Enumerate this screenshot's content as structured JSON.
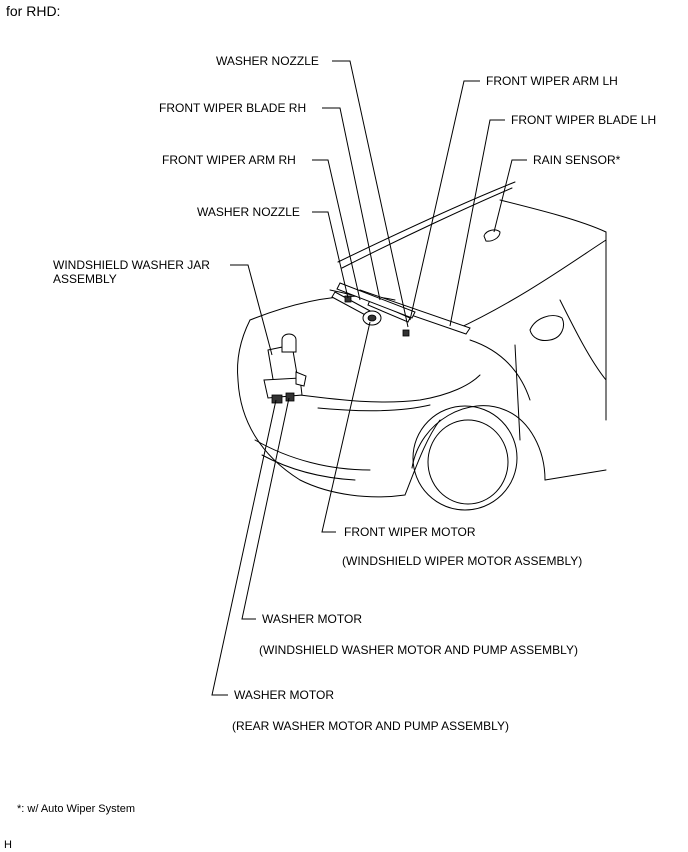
{
  "header": {
    "text": "for RHD:"
  },
  "labels": {
    "washer_nozzle_top": "WASHER NOZZLE",
    "front_wiper_arm_lh": "FRONT WIPER ARM LH",
    "front_wiper_blade_rh": "FRONT WIPER BLADE RH",
    "front_wiper_blade_lh": "FRONT WIPER BLADE LH",
    "front_wiper_arm_rh": "FRONT WIPER ARM RH",
    "rain_sensor": "RAIN SENSOR*",
    "washer_nozzle_mid": "WASHER NOZZLE",
    "washer_jar_line1": "WINDSHIELD WASHER JAR",
    "washer_jar_line2": "ASSEMBLY",
    "front_wiper_motor": "FRONT WIPER MOTOR",
    "front_wiper_motor_sub": "(WINDSHIELD WIPER MOTOR ASSEMBLY)",
    "washer_motor_front": "WASHER MOTOR",
    "washer_motor_front_sub": "(WINDSHIELD WASHER MOTOR AND PUMP ASSEMBLY)",
    "washer_motor_rear": "WASHER MOTOR",
    "washer_motor_rear_sub": "(REAR WASHER MOTOR AND PUMP ASSEMBLY)"
  },
  "footnote": "*: w/ Auto Wiper System",
  "corner_code": "H"
}
